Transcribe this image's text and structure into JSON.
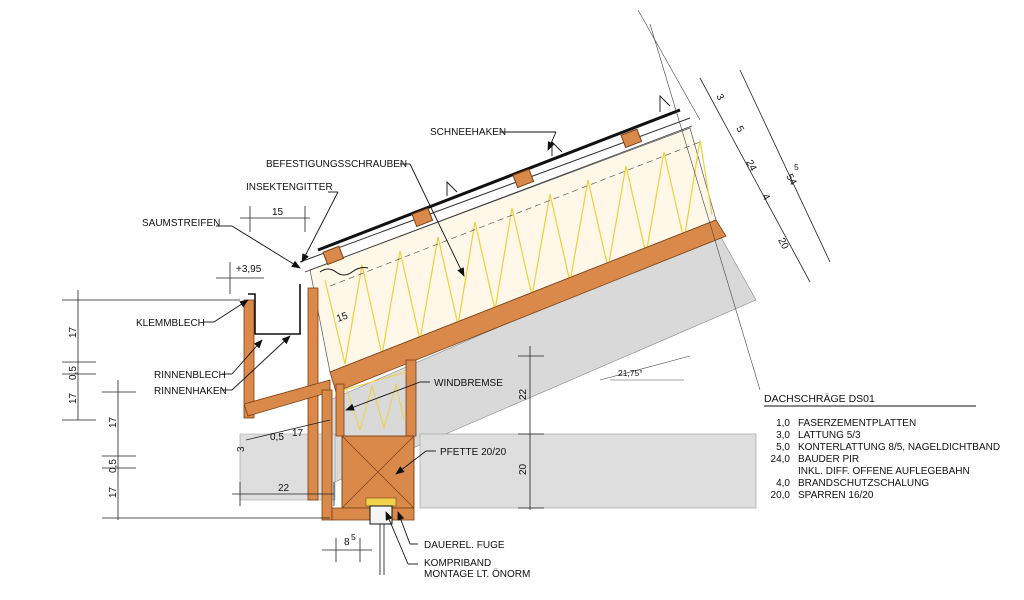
{
  "labels": {
    "schneehaken": "SCHNEEHAKEN",
    "befestigungsschrauben": "BEFESTIGUNGSSCHRAUBEN",
    "insektengitter": "INSEKTENGITTER",
    "saumstreifen": "SAUMSTREIFEN",
    "klemmblech": "KLEMMBLECH",
    "rinnenblech": "RINNENBLECH",
    "rinnenhaken": "RINNENHAKEN",
    "windbremse": "WINDBREMSE",
    "pfette": "PFETTE 20/20",
    "dauerel_fuge": "DAUEREL. FUGE",
    "kompriband_1": "KOMPRIBAND",
    "kompriband_2": "MONTAGE LT. ÖNORM"
  },
  "dimensions": {
    "d15_top": "15",
    "d3_95": "+3,95",
    "d15_inner": "15",
    "angle": "21,75°",
    "d22_v": "22",
    "d20_v": "20",
    "d22_h": "22",
    "d8": "8",
    "d8_sup": "5",
    "d3_left": "3",
    "d0_5_a": "0,5",
    "d17_a": "17",
    "left_top_17": "17",
    "left_top_0_5": "0,5",
    "left_top_17b": "17",
    "left_bot_17": "17",
    "left_bot_0_5": "0,5",
    "left_bot_17b": "17",
    "slope_3": "3",
    "slope_5": "5",
    "slope_24": "24",
    "slope_4": "4",
    "slope_20": "20",
    "slope_total": "54",
    "slope_total_sup": "5"
  },
  "legend": {
    "title": "DACHSCHRÄGE   DS01",
    "layers": [
      {
        "thickness": "1,0",
        "name": "FASERZEMENTPLATTEN"
      },
      {
        "thickness": "3,0",
        "name": "LATTUNG 5/3"
      },
      {
        "thickness": "5,0",
        "name": "KONTERLATTUNG 8/5, NAGELDICHTBAND"
      },
      {
        "thickness": "24,0",
        "name": "BAUDER PIR"
      },
      {
        "thickness": "",
        "name": "INKL. DIFF. OFFENE AUFLEGEBAHN"
      },
      {
        "thickness": "4,0",
        "name": "BRANDSCHUTZSCHALUNG"
      },
      {
        "thickness": "20,0",
        "name": "SPARREN 16/20"
      }
    ]
  },
  "colors": {
    "wood": "#D9894A",
    "wood_dark": "#7A3E12",
    "insulation": "#FFF7E3",
    "insulation_zigzag": "#F2D24B",
    "concrete": "#D9D9D9",
    "roofing": "#111111"
  }
}
